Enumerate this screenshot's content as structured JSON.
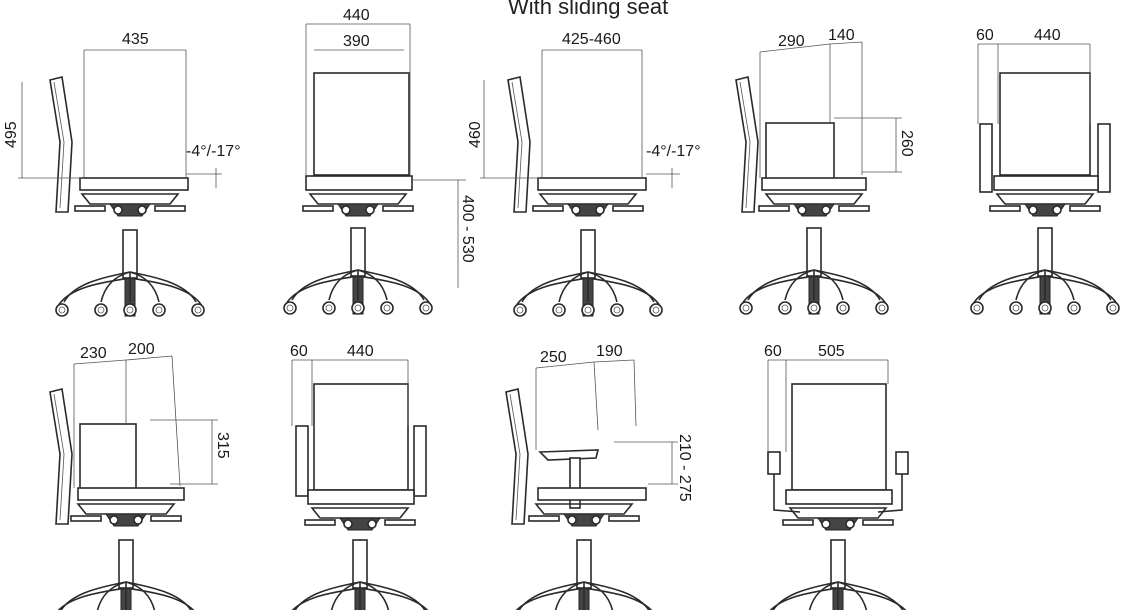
{
  "title": "With sliding seat",
  "colors": {
    "line": "#2a2a2a",
    "dimension": "#555555",
    "background": "#ffffff"
  },
  "views": [
    {
      "id": "v1",
      "dims": {
        "width": "435",
        "height": "495",
        "tilt": "-4°/-17°"
      }
    },
    {
      "id": "v2",
      "dims": {
        "outer": "440",
        "inner": "390",
        "seat_height": "400 - 530"
      }
    },
    {
      "id": "v3",
      "dims": {
        "width": "425-460",
        "height": "460",
        "tilt": "-4°/-17°"
      }
    },
    {
      "id": "v4",
      "dims": {
        "left": "290",
        "right": "140",
        "height": "260"
      }
    },
    {
      "id": "v5",
      "dims": {
        "arm": "60",
        "width": "440"
      }
    },
    {
      "id": "v6",
      "dims": {
        "left": "230",
        "right": "200",
        "height": "315"
      }
    },
    {
      "id": "v7",
      "dims": {
        "arm": "60",
        "width": "440"
      }
    },
    {
      "id": "v8",
      "dims": {
        "left": "250",
        "right": "190",
        "height": "210 - 275"
      }
    },
    {
      "id": "v9",
      "dims": {
        "arm": "60",
        "width": "505"
      }
    }
  ]
}
